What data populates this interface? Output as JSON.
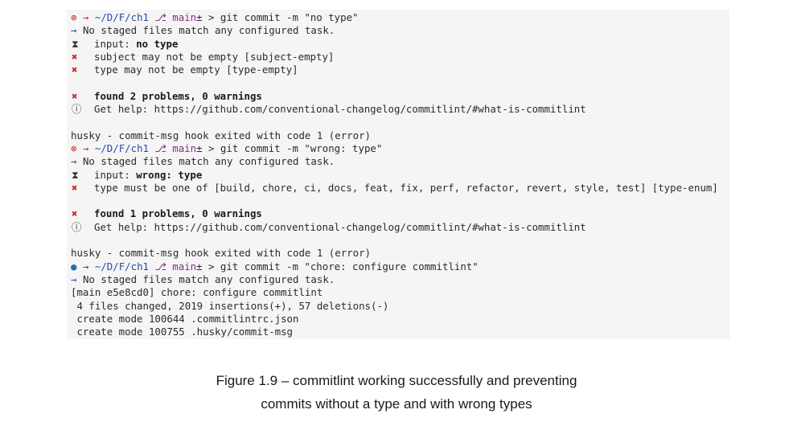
{
  "terminal": {
    "block1": {
      "dir": "~/D/F/ch1",
      "branch": "main",
      "branch_flag": "±",
      "command": "> git commit -m \"no type\"",
      "lint_staged": "No staged files match any configured task.",
      "input_label": "input: ",
      "input_value": "no type",
      "err1": "subject may not be empty [subject-empty]",
      "err2": "type may not be empty [type-empty]",
      "summary": "found 2 problems, 0 warnings",
      "help": "Get help: https://github.com/conventional-changelog/commitlint/#what-is-commitlint",
      "husky": "husky - commit-msg hook exited with code 1 (error)"
    },
    "block2": {
      "dir": "~/D/F/ch1",
      "branch": "main",
      "branch_flag": "±",
      "command": "> git commit -m \"wrong: type\"",
      "lint_staged": "No staged files match any configured task.",
      "input_label": "input: ",
      "input_value": "wrong: type",
      "err1": "type must be one of [build, chore, ci, docs, feat, fix, perf, refactor, revert, style, test] [type-enum]",
      "summary": "found 1 problems, 0 warnings",
      "help": "Get help: https://github.com/conventional-changelog/commitlint/#what-is-commitlint",
      "husky": "husky - commit-msg hook exited with code 1 (error)"
    },
    "block3": {
      "dir": "~/D/F/ch1",
      "branch": "main",
      "branch_flag": "±",
      "command": "> git commit -m \"chore: configure commitlint\"",
      "lint_staged": "No staged files match any configured task.",
      "result1": "[main e5e8cd0] chore: configure commitlint",
      "result2": " 4 files changed, 2019 insertions(+), 57 deletions(-)",
      "result3": " create mode 100644 .commitlintrc.json",
      "result4": " create mode 100755 .husky/commit-msg"
    },
    "symbols": {
      "error_prompt": "⊗",
      "ok_prompt": "●",
      "arrow": "→",
      "branch_icon": "⎇",
      "hourglass": "⧗",
      "cross": "✖",
      "info": "ⓘ"
    }
  },
  "caption": {
    "line1": "Figure 1.9 – commitlint working successfully and preventing",
    "line2": "commits without a type and with wrong types"
  }
}
